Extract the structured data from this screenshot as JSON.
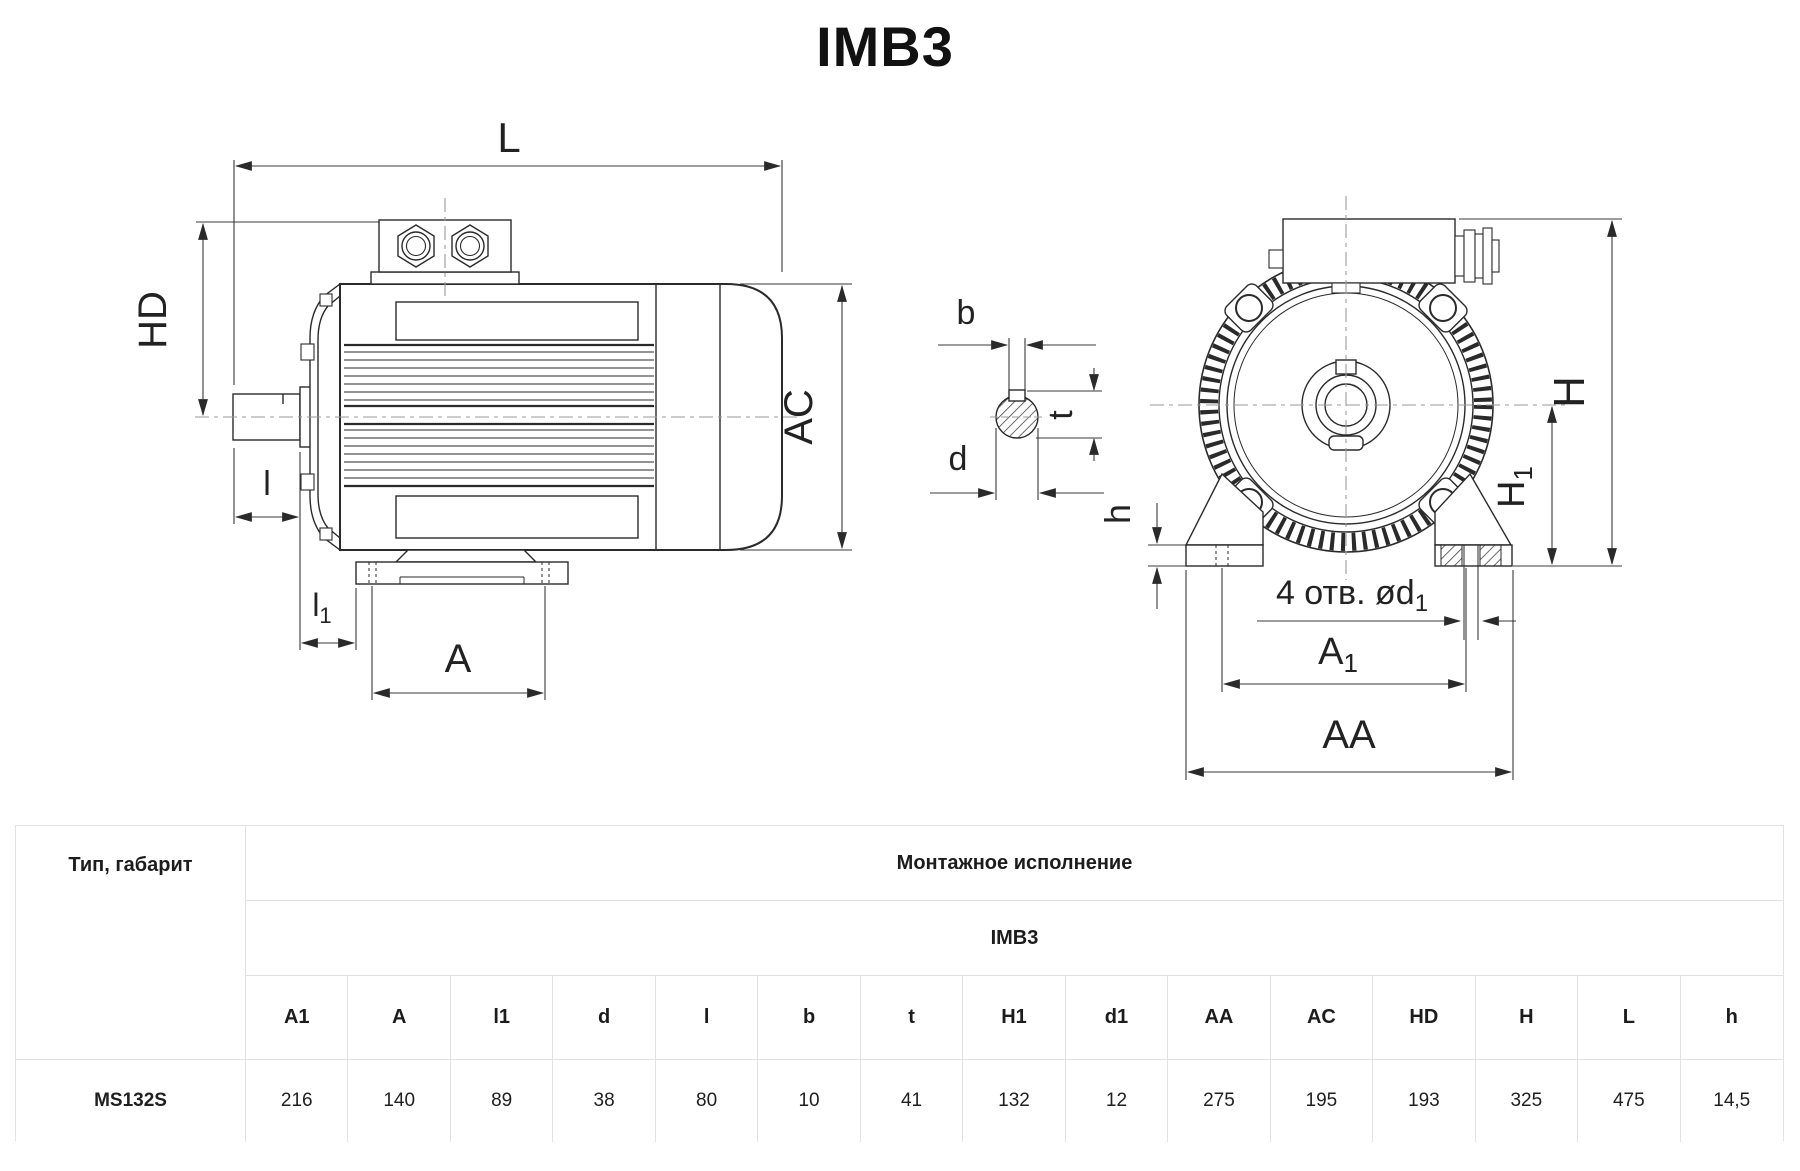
{
  "title": "IMB3",
  "colors": {
    "line": "#2a2a2a",
    "dim": "#3a3a3a",
    "centerline": "#9a9a9a",
    "table_border": "#e2e2e2",
    "text": "#1f1f1f"
  },
  "dims": {
    "L": "L",
    "HD": "HD",
    "l": "l",
    "l1": {
      "main": "l",
      "sub": "1"
    },
    "A": "A",
    "AC": "AC",
    "b": "b",
    "t": "t",
    "d": "d",
    "H": "H",
    "H1": {
      "main": "H",
      "sub": "1"
    },
    "h": "h",
    "holes": {
      "main": "4 отв. ød",
      "sub": "1"
    },
    "A1": {
      "main": "A",
      "sub": "1"
    },
    "AA": "AA"
  },
  "table": {
    "row_header": "Тип, габарит",
    "group_header": "Монтажное исполнение",
    "subgroup_header": "IMB3",
    "columns": [
      "A1",
      "A",
      "l1",
      "d",
      "l",
      "b",
      "t",
      "H1",
      "d1",
      "AA",
      "AC",
      "HD",
      "H",
      "L",
      "h"
    ],
    "rows": [
      {
        "type": "MS132S",
        "values": [
          "216",
          "140",
          "89",
          "38",
          "80",
          "10",
          "41",
          "132",
          "12",
          "275",
          "195",
          "193",
          "325",
          "475",
          "14,5"
        ]
      }
    ]
  }
}
